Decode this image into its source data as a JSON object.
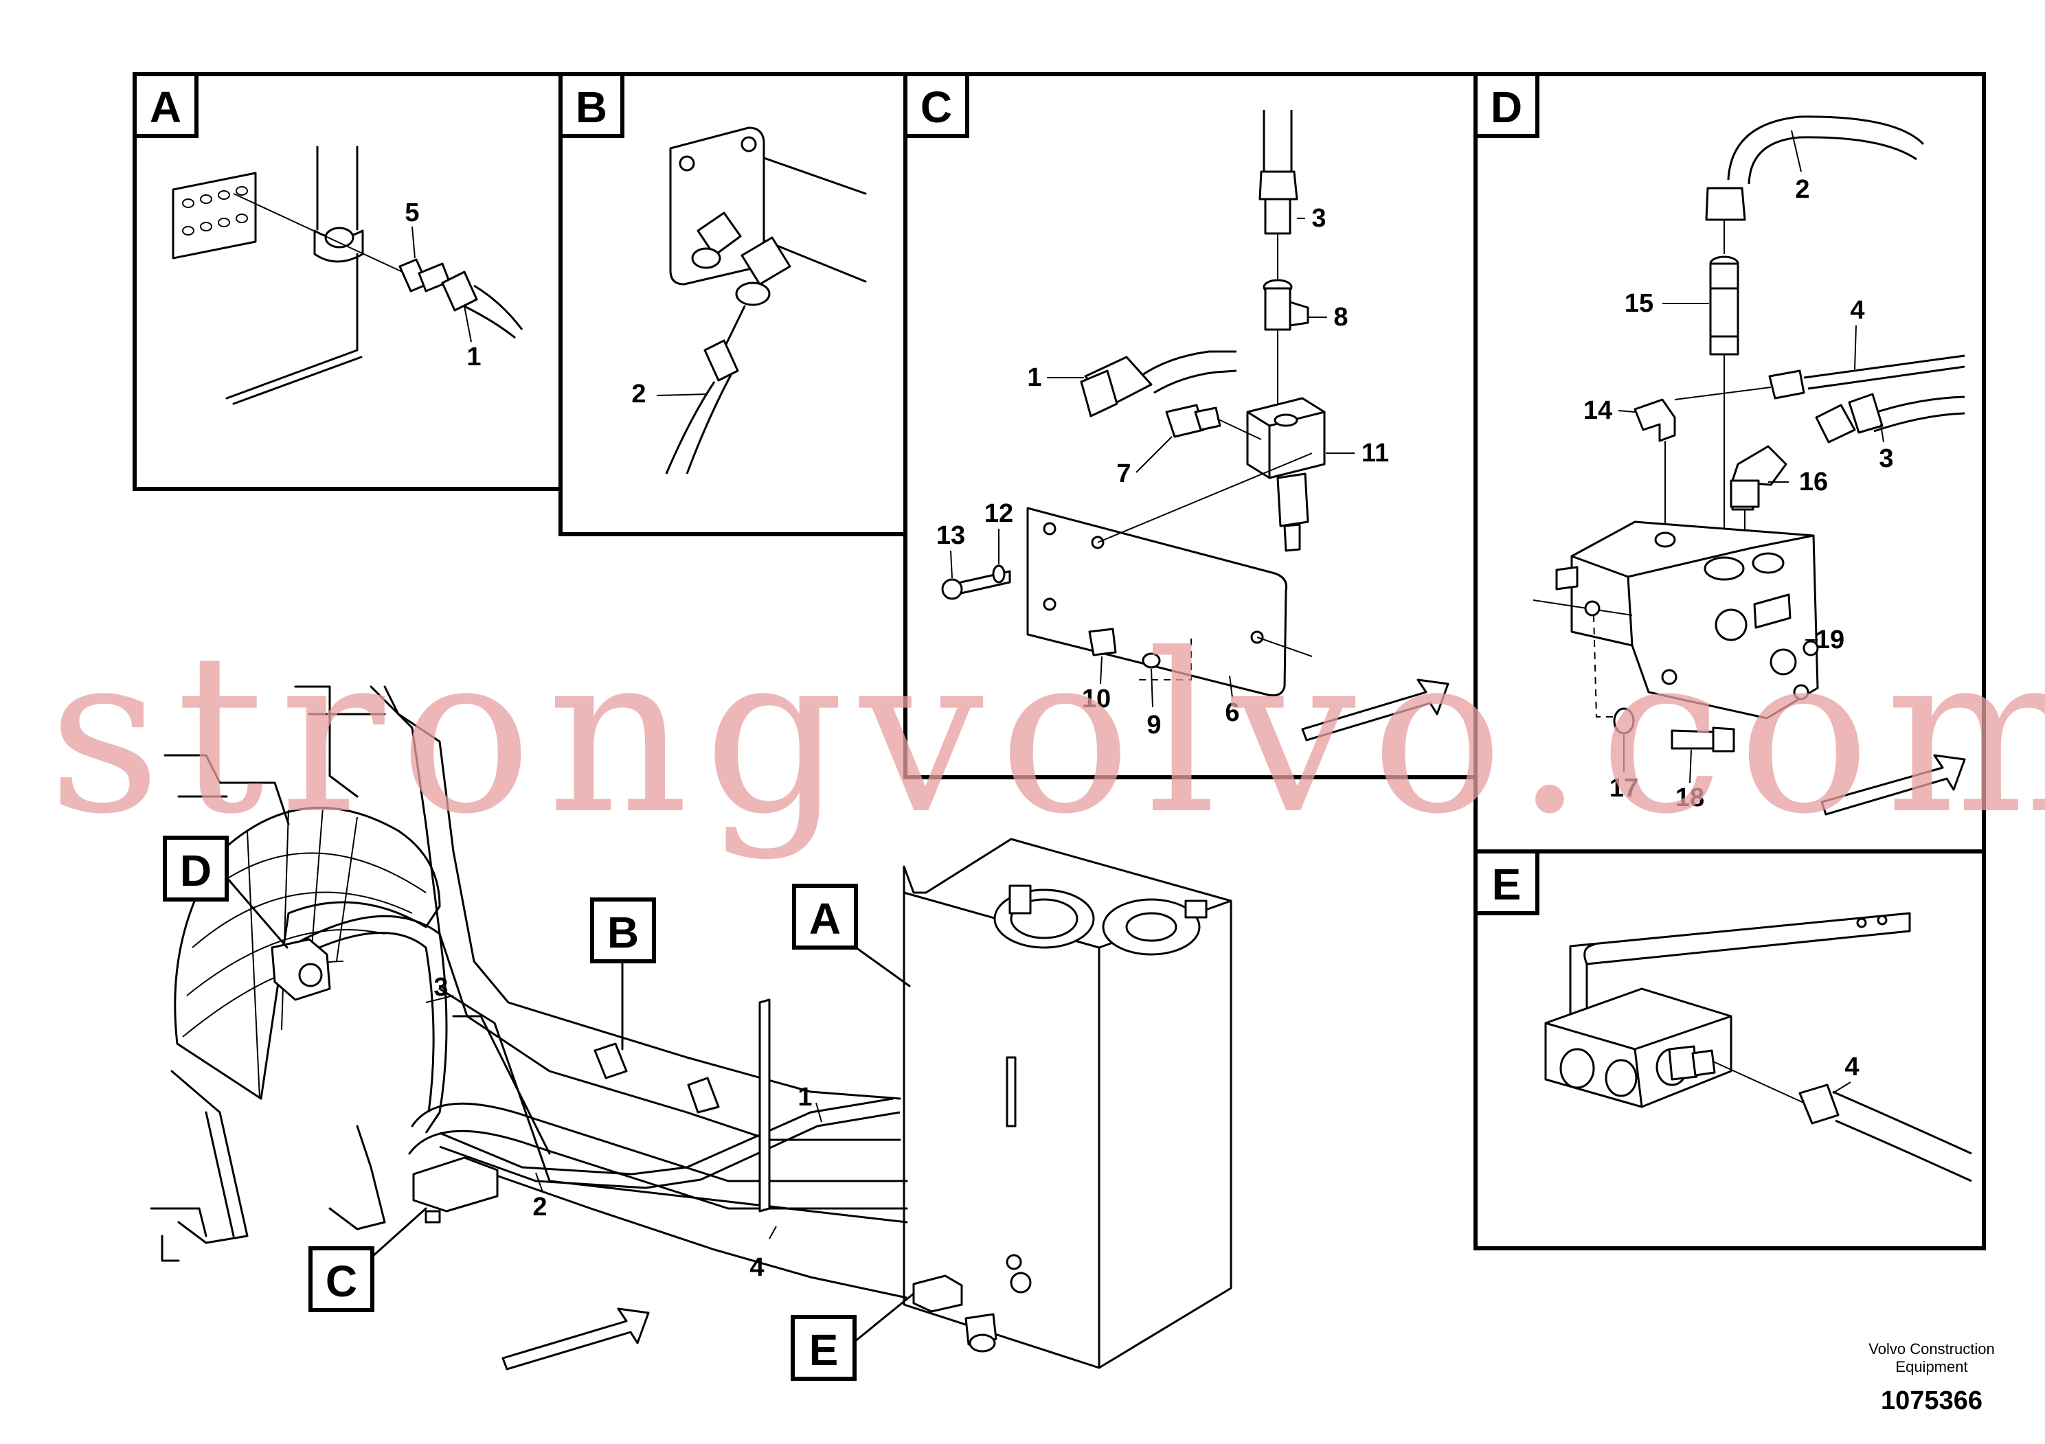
{
  "panels": {
    "A": {
      "label": "A",
      "callouts": [
        "5",
        "1"
      ]
    },
    "B": {
      "label": "B",
      "callouts": [
        "2"
      ]
    },
    "C": {
      "label": "C",
      "callouts": [
        "3",
        "8",
        "1",
        "11",
        "7",
        "13",
        "12",
        "10",
        "9",
        "6"
      ]
    },
    "D": {
      "label": "D",
      "callouts": [
        "2",
        "15",
        "4",
        "14",
        "3",
        "16",
        "19",
        "17",
        "18"
      ]
    },
    "E": {
      "label": "E",
      "callouts": [
        "4"
      ]
    }
  },
  "overview": {
    "callouts": [
      "D",
      "3",
      "B",
      "A",
      "1",
      "2",
      "4",
      "C",
      "E"
    ]
  },
  "watermark": "strongvolvo.com",
  "footer": {
    "company_line1": "Volvo Construction",
    "company_line2": "Equipment",
    "drawing_number": "1075366"
  }
}
